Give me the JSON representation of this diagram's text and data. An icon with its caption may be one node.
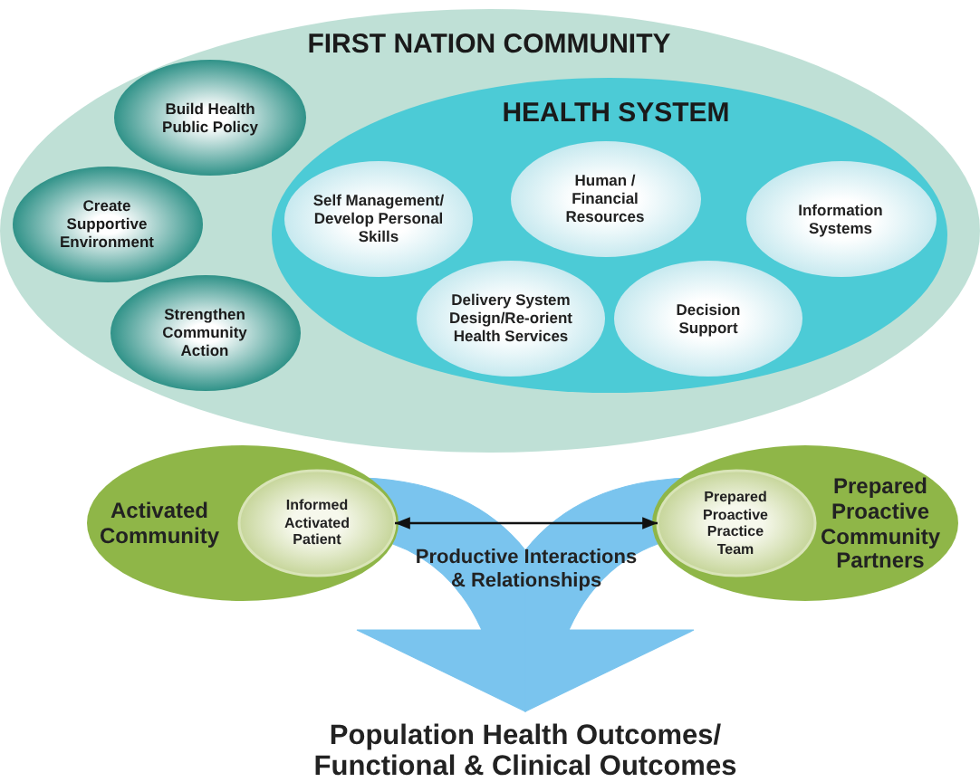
{
  "diagram": {
    "nodes": [
      {
        "text": [
          "FIRST NATION COMMUNITY"
        ]
      },
      {
        "text": [
          "Build Health Public Policy"
        ],
        "in": 0
      },
      {
        "text": [
          "Create Supportive Environment"
        ],
        "in": 0
      },
      {
        "text": [
          "Strengthen Community Action"
        ],
        "in": 0
      },
      {
        "text": [
          "HEALTH SYSTEM"
        ],
        "in": 0
      },
      {
        "text": [
          "Self Management/ Develop Personal Skills"
        ],
        "in": 4
      },
      {
        "text": [
          "Human / Financial Resources"
        ],
        "in": 4
      },
      {
        "text": [
          "Information Systems"
        ],
        "in": 4
      },
      {
        "text": [
          "Delivery System Design/Re-orient Health Services"
        ],
        "in": 4
      },
      {
        "text": [
          "Decision Support"
        ],
        "in": 4
      },
      {
        "text": [
          "Activated Community"
        ]
      },
      {
        "text": [
          "Informed Activated Patient"
        ],
        "in": 10
      },
      {
        "text": [
          "Prepared Proactive Community Partners"
        ]
      },
      {
        "text": [
          "Prepared Proactive Practice Team"
        ],
        "in": 12
      },
      {
        "text": [
          "Population Health Outcomes/ Functional & Clinical Outcomes"
        ]
      }
    ],
    "edges": [
      {
        "from": 11,
        "to": 13,
        "arrow": "both",
        "label": "Productive Interactions & Relationships"
      },
      {
        "from": 10,
        "to": 14,
        "arrow": "to",
        "style": "thick",
        "color": "#7ac4ee"
      },
      {
        "from": 12,
        "to": 14,
        "arrow": "to",
        "style": "thick",
        "color": "#7ac4ee"
      }
    ]
  }
}
